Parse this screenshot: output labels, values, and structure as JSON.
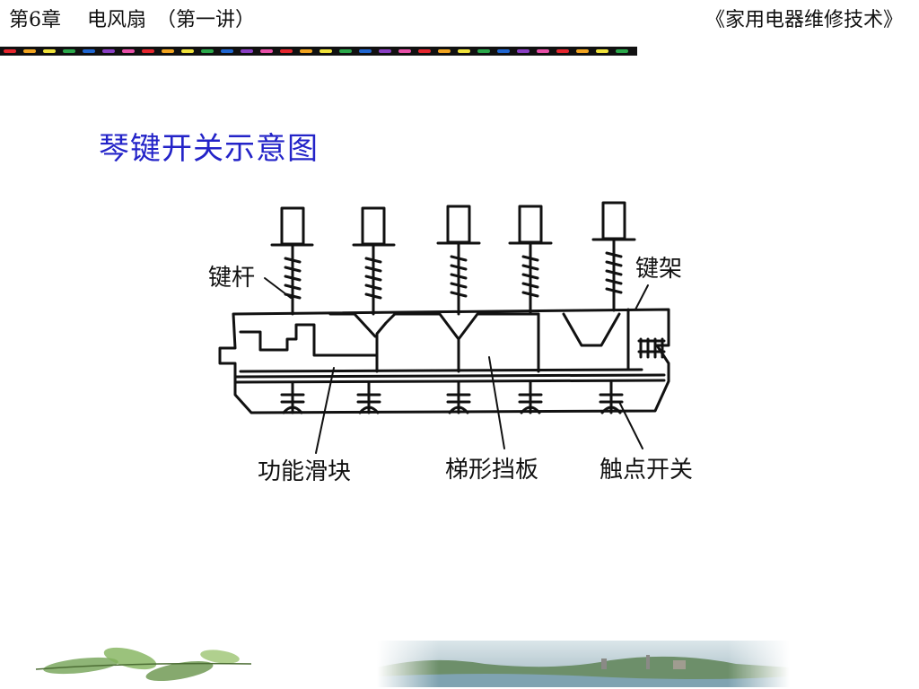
{
  "header": {
    "chapter": "第6章　 电风扇　（第一讲）",
    "book": "《家用电器维修技术》"
  },
  "slide": {
    "title": "琴键开关示意图"
  },
  "diagram": {
    "labels": {
      "key_rod": "键杆",
      "key_frame": "键架",
      "function_slider": "功能滑块",
      "trapezoid_baffle": "梯形挡板",
      "contact_switch": "触点开关"
    }
  },
  "colors": {
    "title": "#2323c8",
    "line": "#111111",
    "dash_palette": [
      "#e6262e",
      "#f2a41f",
      "#f0e23a",
      "#2aa84a",
      "#1f66d1",
      "#8a3fc4",
      "#e84fa8"
    ]
  }
}
